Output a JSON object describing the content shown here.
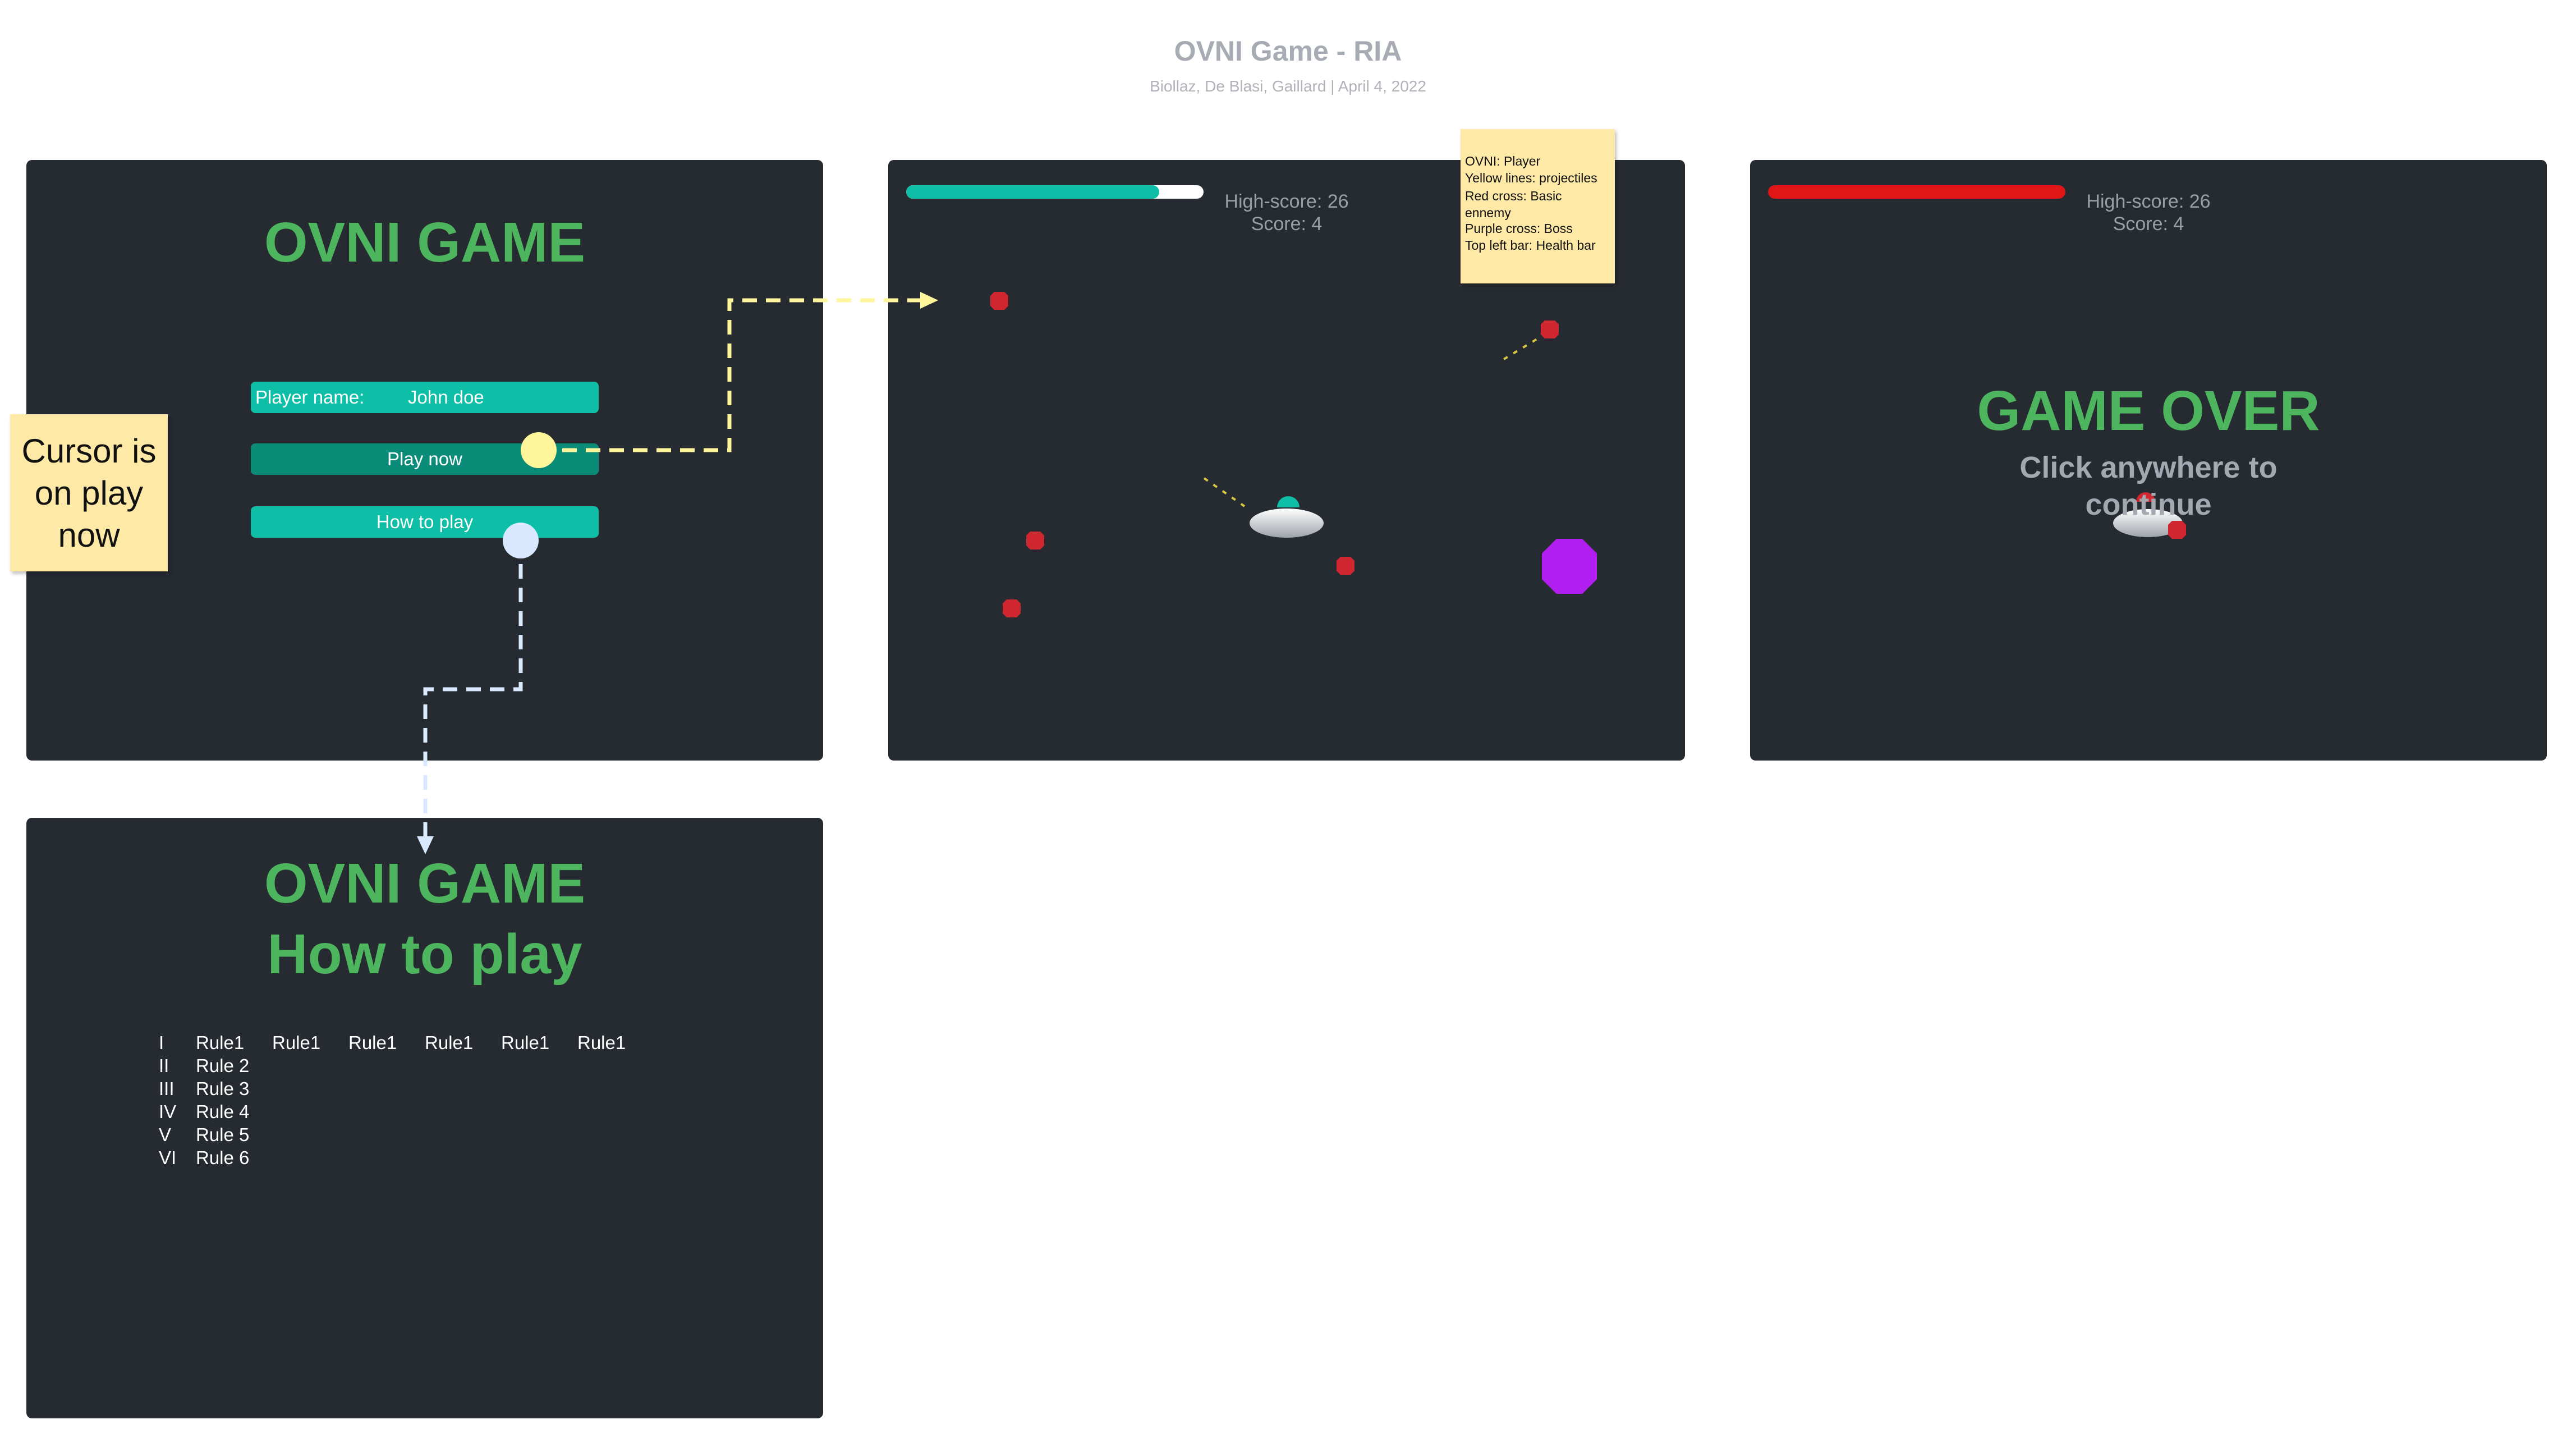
{
  "header": {
    "title": "OVNI Game - RIA",
    "subtitle": "Biollaz, De Blasi, Gaillard  |  April 4, 2022"
  },
  "menu_screen": {
    "title": "OVNI GAME",
    "player_name_label": "Player name:",
    "player_name_value": "John doe",
    "play_button": "Play now",
    "how_to_button": "How to play"
  },
  "cursor_note": {
    "text": "Cursor is on play now"
  },
  "game_screen": {
    "health_fraction": 0.85,
    "highscore": "High-score: 26",
    "score": "Score: 4"
  },
  "legend_note": {
    "lines": [
      "OVNI: Player",
      "Yellow lines: projectiles",
      "Red cross: Basic ennemy",
      "Purple cross: Boss",
      "Top left bar: Health bar"
    ]
  },
  "gameover_screen": {
    "health_fraction": 1.0,
    "highscore": "High-score: 26",
    "score": "Score: 4",
    "title": "GAME OVER",
    "continue_text": "Click anywhere to continue"
  },
  "howto_screen": {
    "title": "OVNI GAME",
    "subtitle": "How to play",
    "rules": [
      {
        "num": "I",
        "items": [
          "Rule1",
          "Rule1",
          "Rule1",
          "Rule1",
          "Rule1",
          "Rule1"
        ]
      },
      {
        "num": "II",
        "items": [
          "Rule 2"
        ]
      },
      {
        "num": "III",
        "items": [
          "Rule 3"
        ]
      },
      {
        "num": "IV",
        "items": [
          "Rule 4"
        ]
      },
      {
        "num": "V",
        "items": [
          "Rule 5"
        ]
      },
      {
        "num": "VI",
        "items": [
          "Rule 6"
        ]
      }
    ]
  },
  "colors": {
    "panel": "#262a31",
    "accent_green": "#4db55e",
    "teal": "#0fbea6",
    "teal_dark": "#0a8c79",
    "note": "#ffe9a6",
    "enemy": "#d0262f",
    "boss": "#b31ef0",
    "health_red": "#e01515",
    "cursor_yellow": "#fff59a",
    "cursor_blue": "#d8e8ff"
  },
  "icons": [
    "ufo-icon",
    "enemy-icon",
    "boss-icon",
    "cursor-icon"
  ]
}
